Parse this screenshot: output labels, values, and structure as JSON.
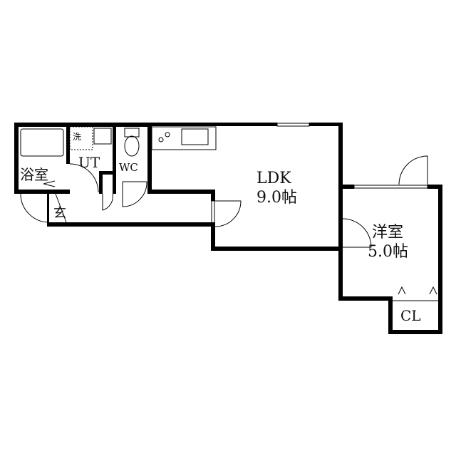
{
  "rooms": {
    "bath": "浴室",
    "utility": "UT",
    "washer": "洗",
    "toilet": "WC",
    "entrance": "玄",
    "ldk": "LDK",
    "ldk_size": "9.0帖",
    "western": "洋室",
    "western_size": "5.0帖",
    "closet": "CL"
  }
}
